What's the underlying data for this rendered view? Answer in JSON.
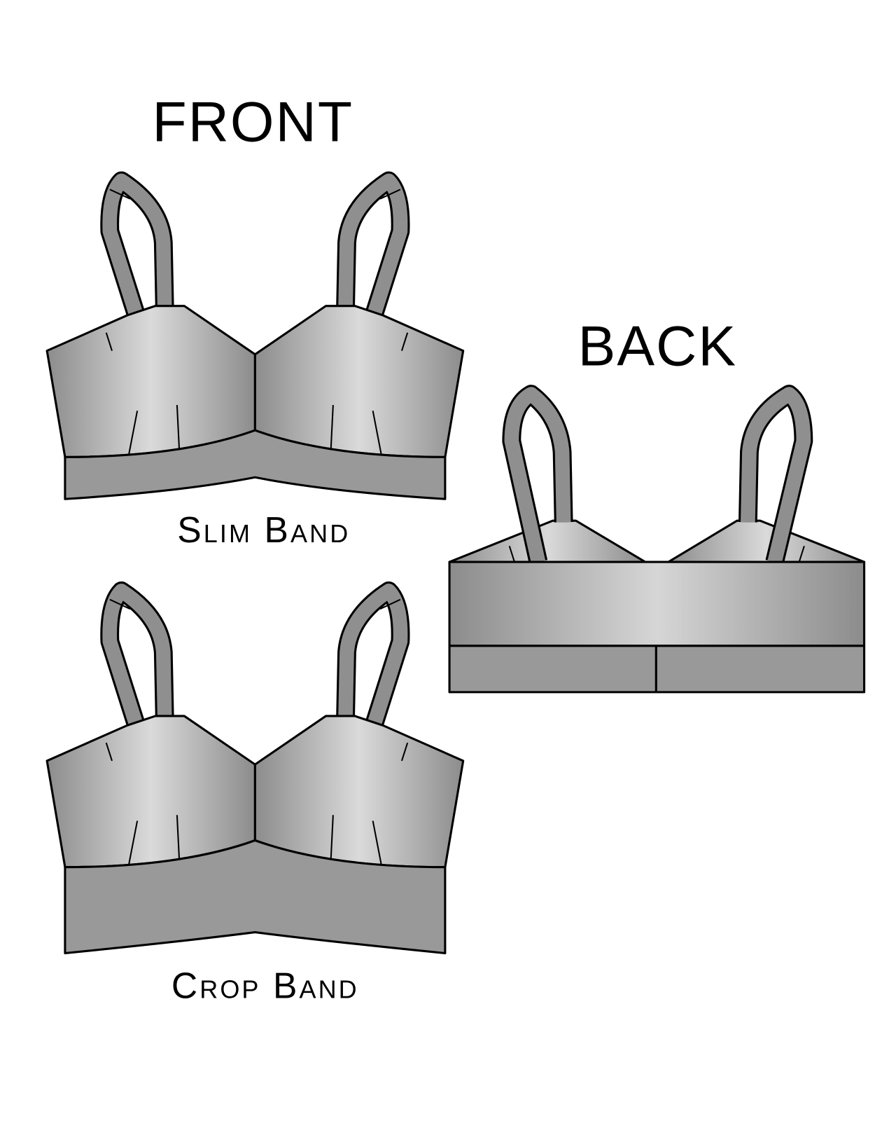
{
  "labels": {
    "front": "FRONT",
    "back": "BACK",
    "slim_band": "Slim Band",
    "crop_band": "Crop Band"
  },
  "colors": {
    "band": "#999999",
    "strap": "#8f8f8f",
    "cup_light": "#dcdcdc",
    "cup_dark": "#8c8c8c",
    "outline": "#000000"
  }
}
